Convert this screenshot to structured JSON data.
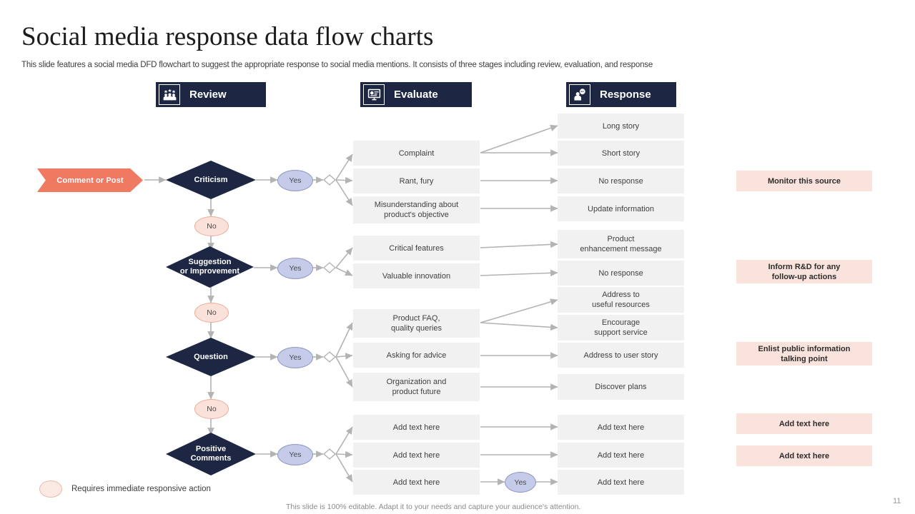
{
  "page": {
    "title": "Social media response data flow charts",
    "subtitle": "This slide features a social media DFD flowchart to suggest the appropriate response to social media mentions. It consists of three stages including review, evaluation, and response",
    "footnote": "This slide is 100% editable. Adapt it to your needs and capture your audience's attention.",
    "page_number": "11"
  },
  "colors": {
    "navy": "#1d2643",
    "salmon": "#ef7961",
    "lavender": "#c5cbe9",
    "pink": "#fbe3dd",
    "grey_box": "#f1f1f1",
    "connector": "#b3b3b3"
  },
  "stages": [
    {
      "icon": "review-people-icon",
      "label": "Review"
    },
    {
      "icon": "evaluate-monitor-icon",
      "label": "Evaluate"
    },
    {
      "icon": "response-person-speech-icon",
      "label": "Response"
    }
  ],
  "start": {
    "label": "Comment or Post"
  },
  "decisions": [
    {
      "label": "Criticism",
      "yes": "Yes",
      "no": "No"
    },
    {
      "label": "Suggestion\nor Improvement",
      "label_line1": "Suggestion",
      "label_line2": "or Improvement",
      "yes": "Yes",
      "no": "No"
    },
    {
      "label": "Question",
      "yes": "Yes",
      "no": "No"
    },
    {
      "label": "Positive\nComments",
      "label_line1": "Positive",
      "label_line2": "Comments",
      "yes": "Yes"
    }
  ],
  "evaluate_boxes": [
    {
      "text": "Complaint"
    },
    {
      "text": "Rant, fury"
    },
    {
      "line1": "Misunderstanding about",
      "line2": "product's objective"
    },
    {
      "text": "Critical features"
    },
    {
      "text": "Valuable innovation"
    },
    {
      "line1": "Product FAQ,",
      "line2": "quality queries"
    },
    {
      "text": "Asking for advice"
    },
    {
      "line1": "Organization and",
      "line2": "product future"
    },
    {
      "text": "Add text here"
    },
    {
      "text": "Add text here"
    },
    {
      "text": "Add text here"
    }
  ],
  "response_boxes": [
    {
      "text": "Long story"
    },
    {
      "text": "Short story"
    },
    {
      "text": "No response"
    },
    {
      "text": "Update information"
    },
    {
      "line1": "Product",
      "line2": "enhancement message"
    },
    {
      "text": "No response"
    },
    {
      "line1": "Address to",
      "line2": "useful resources"
    },
    {
      "line1": "Encourage",
      "line2": "support service"
    },
    {
      "text": "Address to user story"
    },
    {
      "text": "Discover plans"
    },
    {
      "text": "Add text here"
    },
    {
      "text": "Add text here"
    },
    {
      "text": "Add text here"
    }
  ],
  "inline_yes": {
    "label": "Yes"
  },
  "action_notes": [
    {
      "text": "Monitor this source"
    },
    {
      "line1": "Inform R&D for any",
      "line2": "follow-up actions"
    },
    {
      "line1": "Enlist public information",
      "line2": "talking point"
    },
    {
      "text": "Add text here"
    },
    {
      "text": "Add text here"
    }
  ],
  "legend": {
    "text": "Requires immediate responsive action"
  }
}
